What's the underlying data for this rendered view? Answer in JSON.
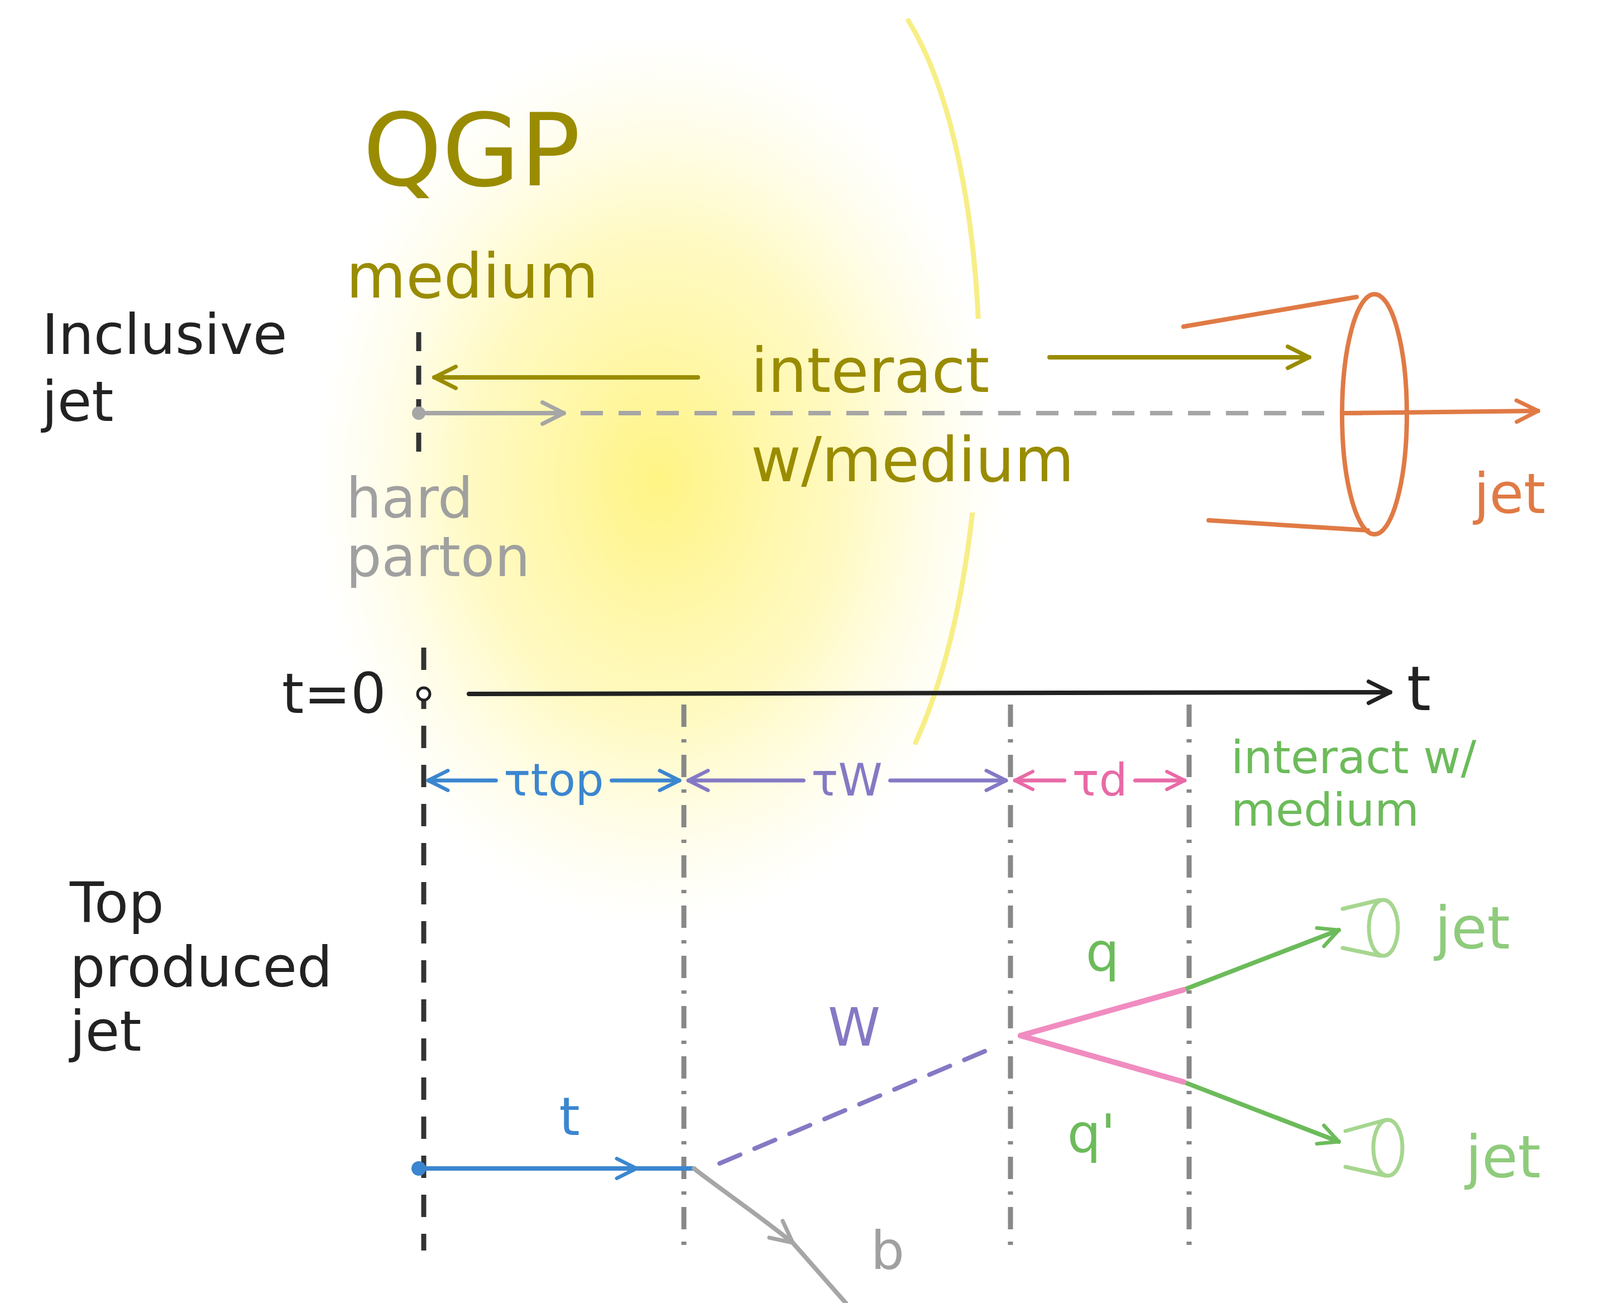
{
  "diagram": {
    "labels": [
      "QGP",
      "medium",
      "Inclusive jet",
      "interact w/medium",
      "hard parton",
      "jet",
      "t=0",
      "t",
      "τtop",
      "τW",
      "τd",
      "interact w/ medium",
      "Top produced jet",
      "t",
      "W",
      "b",
      "q",
      "q'",
      "jet",
      "jet"
    ]
  }
}
